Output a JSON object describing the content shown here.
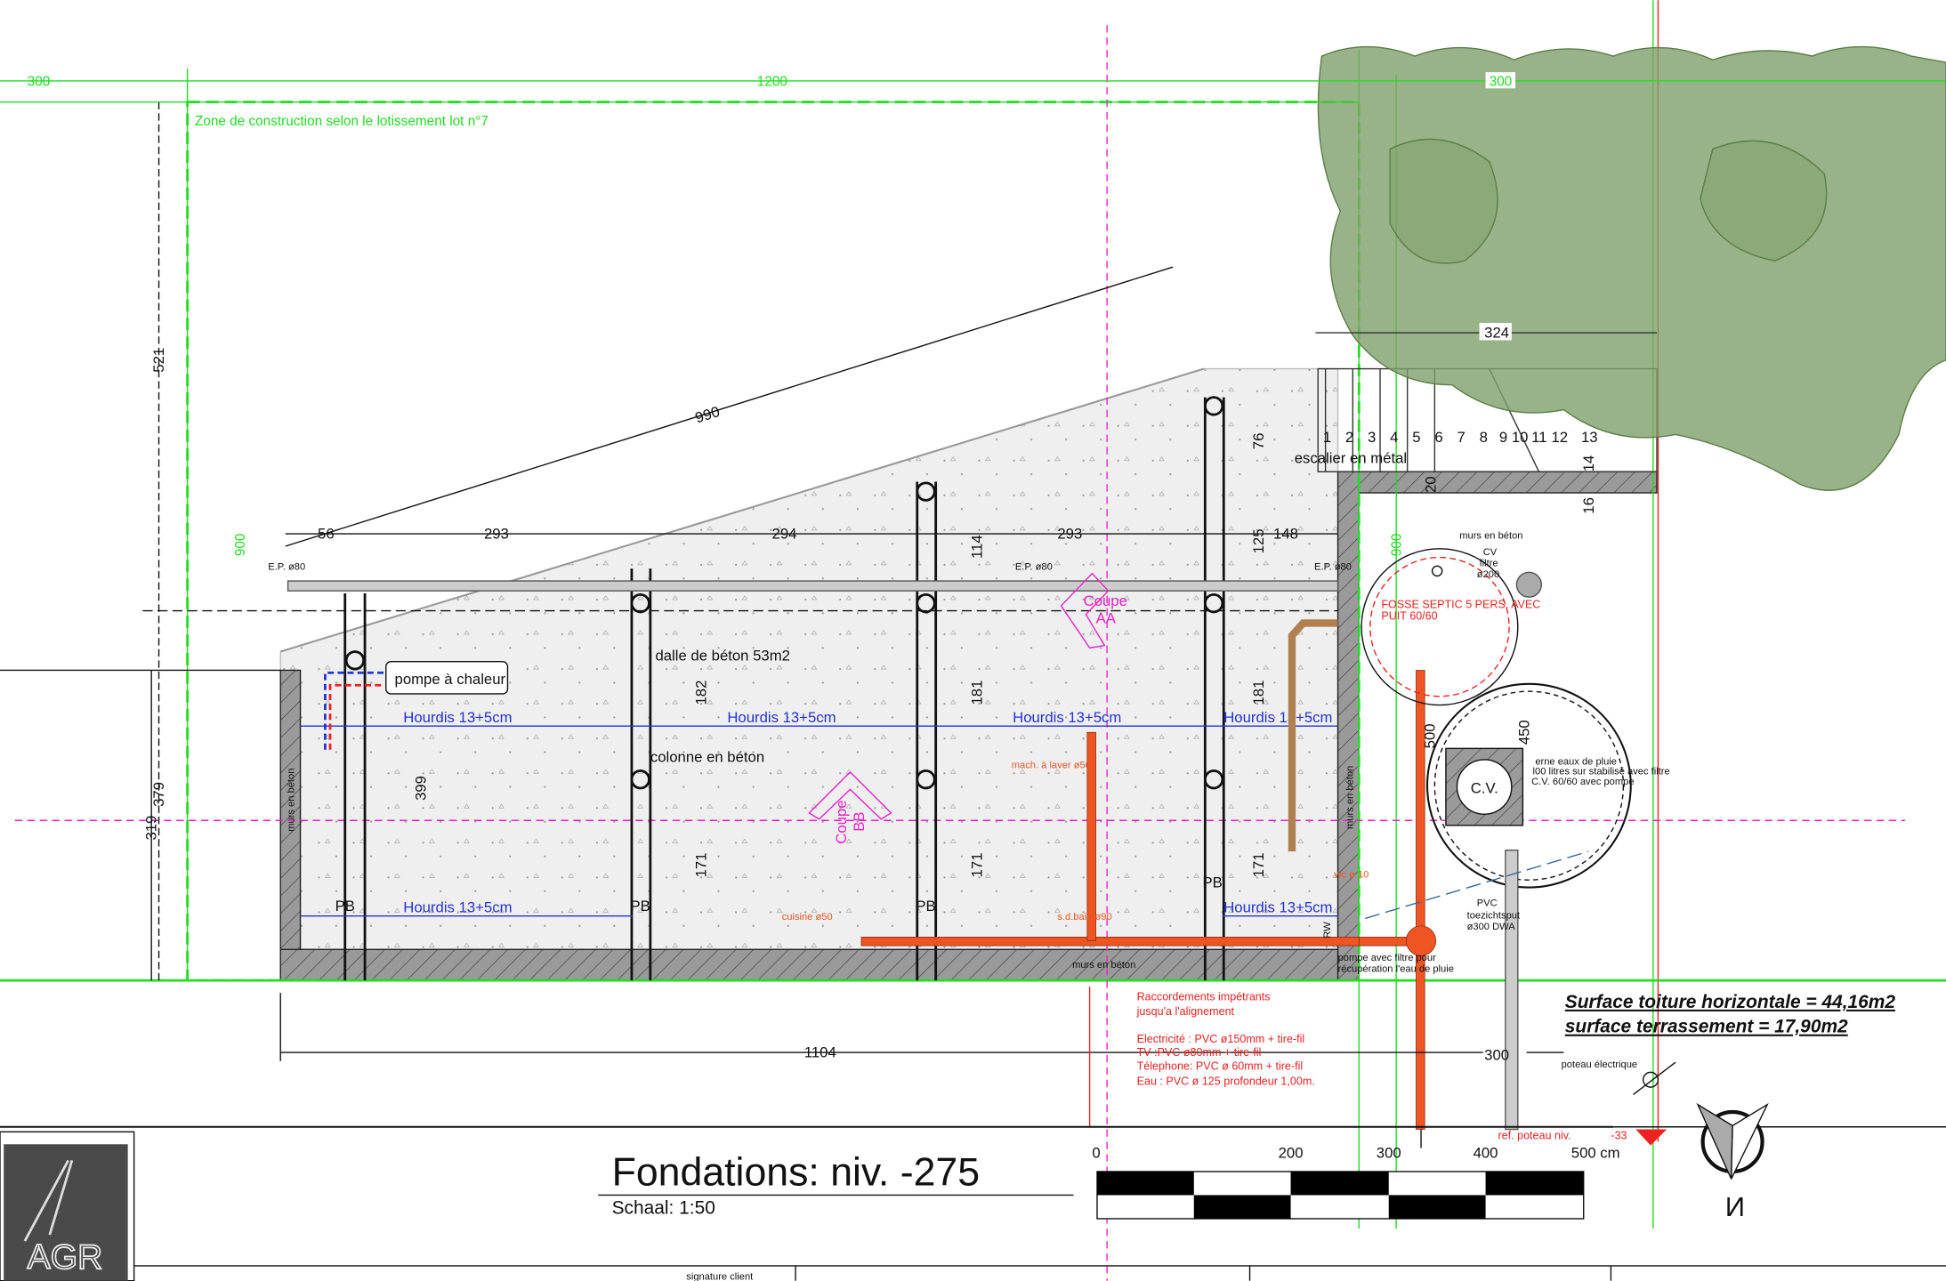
{
  "drawing": {
    "title": "Fondations: niv. -275",
    "scale": "Schaal: 1:50",
    "signature_label": "signature client",
    "zone_label": "Zone de construction selon le lotissement lot n°7",
    "top_dims": [
      "300",
      "1200",
      "300"
    ],
    "row_dims": [
      "56",
      "293",
      "294",
      "293",
      "148"
    ],
    "diag_dim": "990",
    "left_dims": {
      "d521": "521",
      "d319": "319",
      "d379": "379",
      "d399": "399",
      "d900": "900"
    },
    "col_dims": {
      "d114": "114",
      "d125": "125",
      "d76": "76",
      "d182": "182",
      "d181a": "181",
      "d181b": "181",
      "d171a": "171",
      "d171b": "171",
      "d171c": "171",
      "d20": "20",
      "d14": "14",
      "d16": "16",
      "d500": "500",
      "d450": "450",
      "d900r": "900",
      "d324": "324"
    },
    "bottom_dim": "1104",
    "bottom_dim_right": "300",
    "ep_labels": [
      "E.P. ø80",
      "E.P. ø80",
      "E.P. ø80"
    ],
    "pompe": "pompe à chaleur",
    "dalle": "dalle de béton 53m2",
    "colonne": "colonne en béton",
    "hourdis": [
      "Hourdis 13+5cm",
      "Hourdis 13+5cm",
      "Hourdis 13+5cm",
      "Hourdis 13+5cm",
      "Hourdis 13+5cm",
      "Hourdis 13+5cm"
    ],
    "pb": [
      "PB",
      "PB",
      "PB",
      "PB"
    ],
    "murs": [
      "murs en béton",
      "murs en béton",
      "murs en béton",
      "murs en béton"
    ],
    "coupe_aa": [
      "Coupe",
      "AA"
    ],
    "coupe_bb": [
      "Coupe",
      "BB"
    ],
    "escalier": "escalier en métal",
    "steps": [
      "1",
      "2",
      "3",
      "4",
      "5",
      "6",
      "7",
      "8",
      "9",
      "10",
      "11",
      "12",
      "13"
    ],
    "orange_labels": [
      "mach. à laver ø50",
      "cuisine ø50",
      "s.d.bain ø90",
      "wc ø 10"
    ],
    "rw": "RW",
    "cv_filtre": [
      "CV",
      "filtre",
      "ø200"
    ],
    "fosse": [
      "FOSSE SEPTIC 5 PERS. AVEC",
      "PUIT  60/60"
    ],
    "citerne": [
      "erne eaux de pluie",
      "l00 litres sur stabilisé avec filtre",
      "C.V. 60/60 avec pompe"
    ],
    "cv": "C.V.",
    "pvc": [
      "PVC",
      "toezichtsput",
      "ø300 DWA"
    ],
    "pompe_filtre": [
      "pompe avec filtre pour",
      "récupération l'eau de pluie"
    ],
    "raccord": [
      "Raccordements impétrants",
      "jusqu'a l'alignement",
      "Electricité : PVC ø150mm + tire-fil",
      "TV :PVC ø80mm + tire-fil",
      "Télephone: PVC ø 60mm + tire-fil",
      "Eau : PVC ø 125 profondeur 1,00m."
    ],
    "surface1": "Surface toiture horizontale = 44,16m2",
    "surface2": "surface terrassement = 17,90m2",
    "poteau": "poteau électrique",
    "ref_poteau": "ref. poteau niv.",
    "ref_val": "-33",
    "scale_ticks": [
      "0",
      "200",
      "300",
      "400",
      "500 cm"
    ],
    "north": "N",
    "logo_text": "AGR"
  },
  "colors": {
    "green": "#22dd22",
    "orange": "#ee5522",
    "magenta": "#ee22cc",
    "blue": "#2233dd",
    "tree": "#7fa06a"
  }
}
